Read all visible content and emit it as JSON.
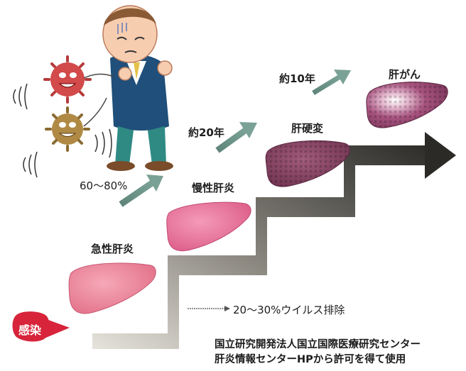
{
  "stages": {
    "infection": "感染",
    "acute_hepatitis": "急性肝炎",
    "chronic_hepatitis": "慢性肝炎",
    "cirrhosis": "肝硬変",
    "liver_cancer": "肝がん"
  },
  "transitions": {
    "to_chronic": "60〜80%",
    "to_cirrhosis": "約20年",
    "to_cancer": "約10年",
    "virus_clearance": "20〜30%ウイルス排除"
  },
  "credit": {
    "line1": "国立研究開発法人国立国際医療研究センター",
    "line2": "肝炎情報センターHPから許可を得て使用"
  },
  "colors": {
    "stair_dark": "#2b2a27",
    "stair_light": "#d9d6cf",
    "arrow_teal": "#6c9187",
    "acute_liver": "#e9839a",
    "chronic_liver": "#e46f95",
    "cirrhosis_liver": "#8f4a68",
    "cancer_liver": "#a35079",
    "infection_badge": "#d7243b"
  }
}
